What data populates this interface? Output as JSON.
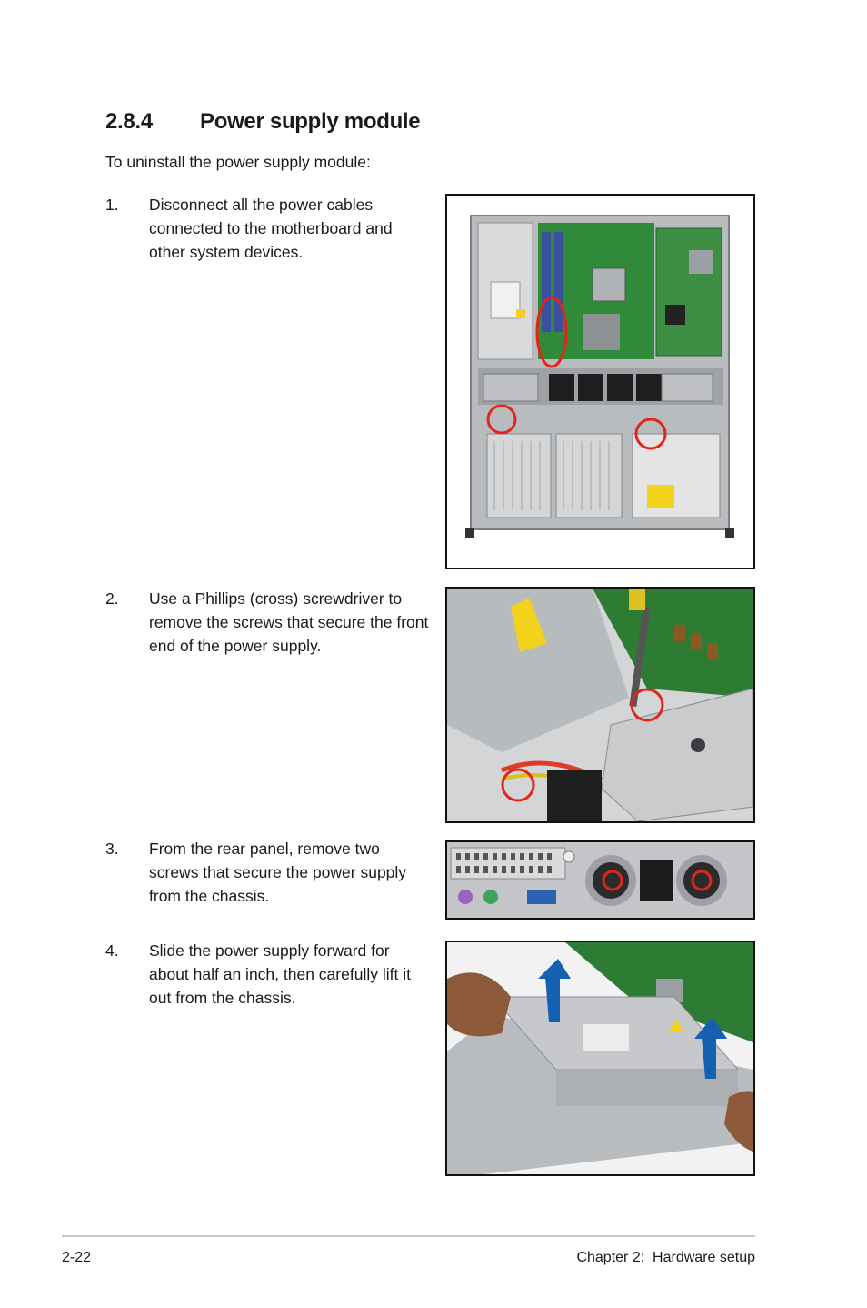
{
  "section": {
    "number": "2.8.4",
    "title": "Power supply module"
  },
  "intro": "To uninstall the power supply module:",
  "steps": [
    {
      "num": "1.",
      "text": "Disconnect all the power cables connected to the motherboard and other system devices."
    },
    {
      "num": "2.",
      "text": "Use a Phillips (cross) screwdriver to remove the screws that secure the front end of the power supply."
    },
    {
      "num": "3.",
      "text": "From the rear panel, remove two screws that secure the power supply from the chassis."
    },
    {
      "num": "4.",
      "text": "Slide the power supply forward for about half an inch, then carefully lift it out from the chassis."
    }
  ],
  "footer": {
    "page": "2-22",
    "chapter": "Chapter 2:  Hardware setup"
  },
  "colors": {
    "highlight_circle": "#e0261b",
    "arrow": "#1560b0",
    "board_green": "#2f8a3a",
    "chassis_gray": "#c4c6c8"
  }
}
